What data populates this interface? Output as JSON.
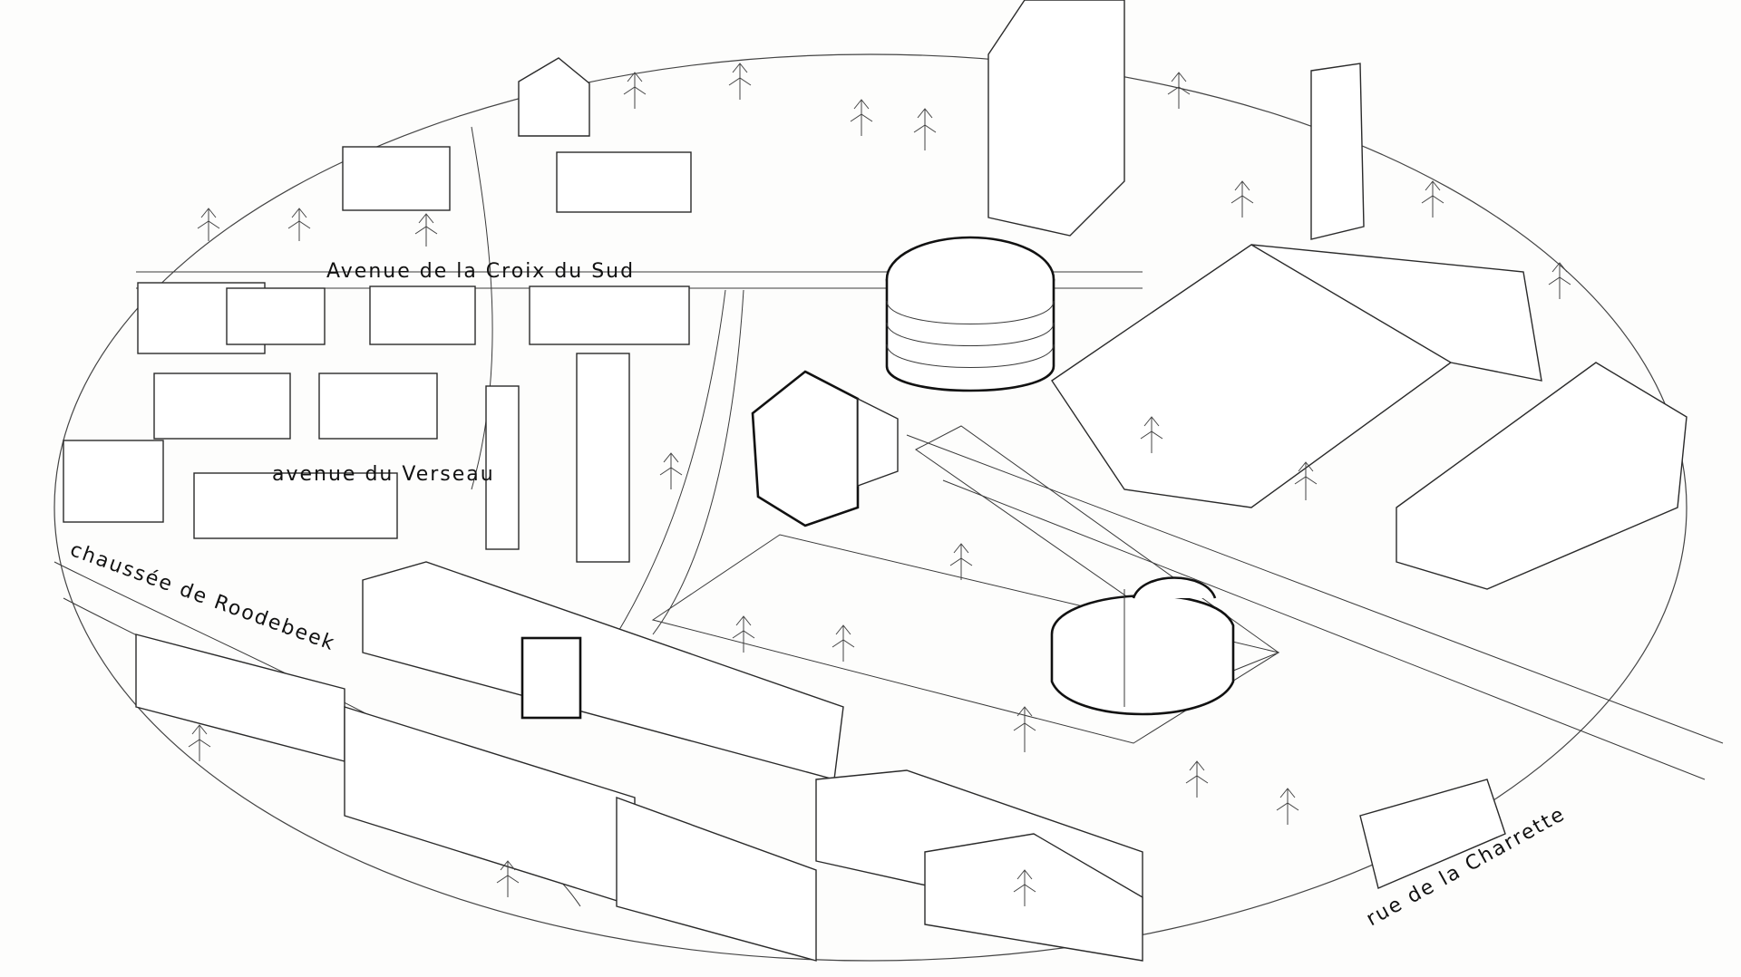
{
  "map": {
    "streets": [
      {
        "id": "avenue-croix-du-sud",
        "label": "Avenue de la Croix du Sud"
      },
      {
        "id": "avenue-du-verseau",
        "label": "avenue du Verseau"
      },
      {
        "id": "chaussee-de-roodebeek",
        "label": "chaussée de Roodebeek"
      },
      {
        "id": "rue-de-la-charrette",
        "label": "rue de la Charrette"
      }
    ],
    "style": {
      "line_color": "#2a2a2a",
      "background": "#fdfdfc",
      "highlight_line": "#111111"
    }
  }
}
